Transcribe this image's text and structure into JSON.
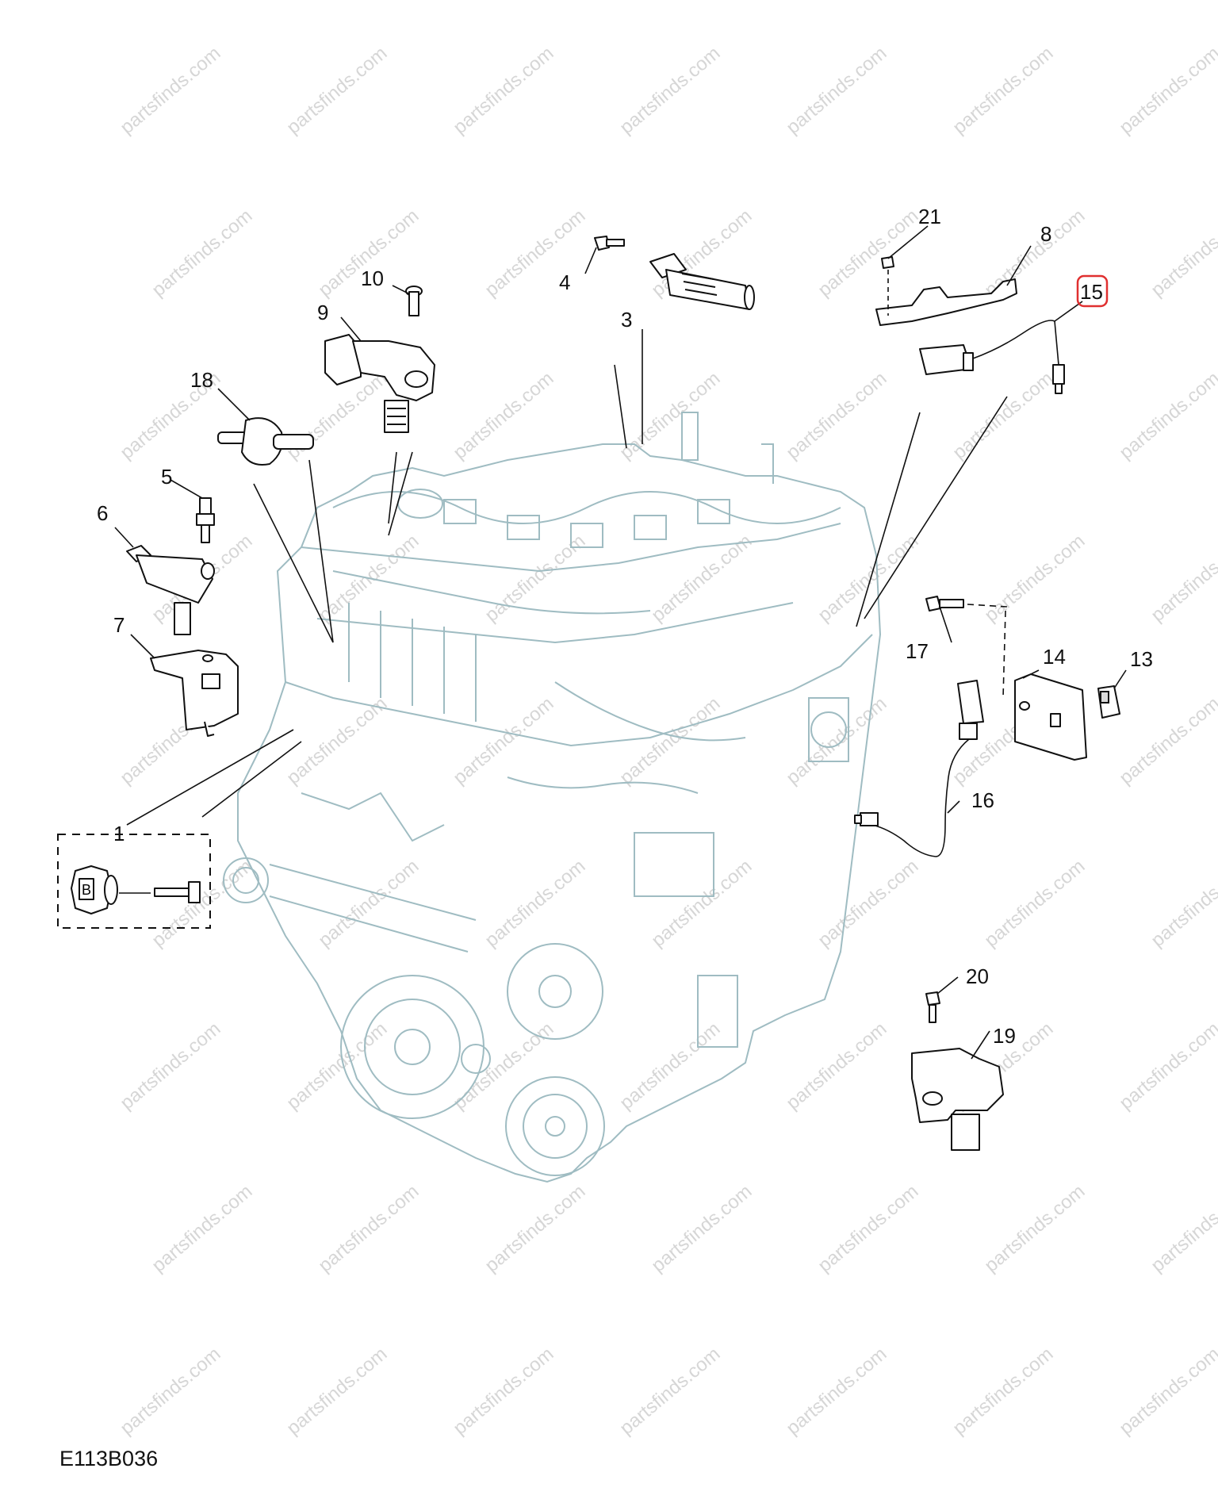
{
  "diagram": {
    "code": "E113B036",
    "highlighted_callout": "15",
    "highlight_color": "#e03030",
    "watermark": "partsfinds.com",
    "callouts": [
      "1",
      "3",
      "4",
      "5",
      "6",
      "7",
      "8",
      "9",
      "10",
      "13",
      "14",
      "15",
      "16",
      "17",
      "18",
      "19",
      "20",
      "21"
    ]
  }
}
